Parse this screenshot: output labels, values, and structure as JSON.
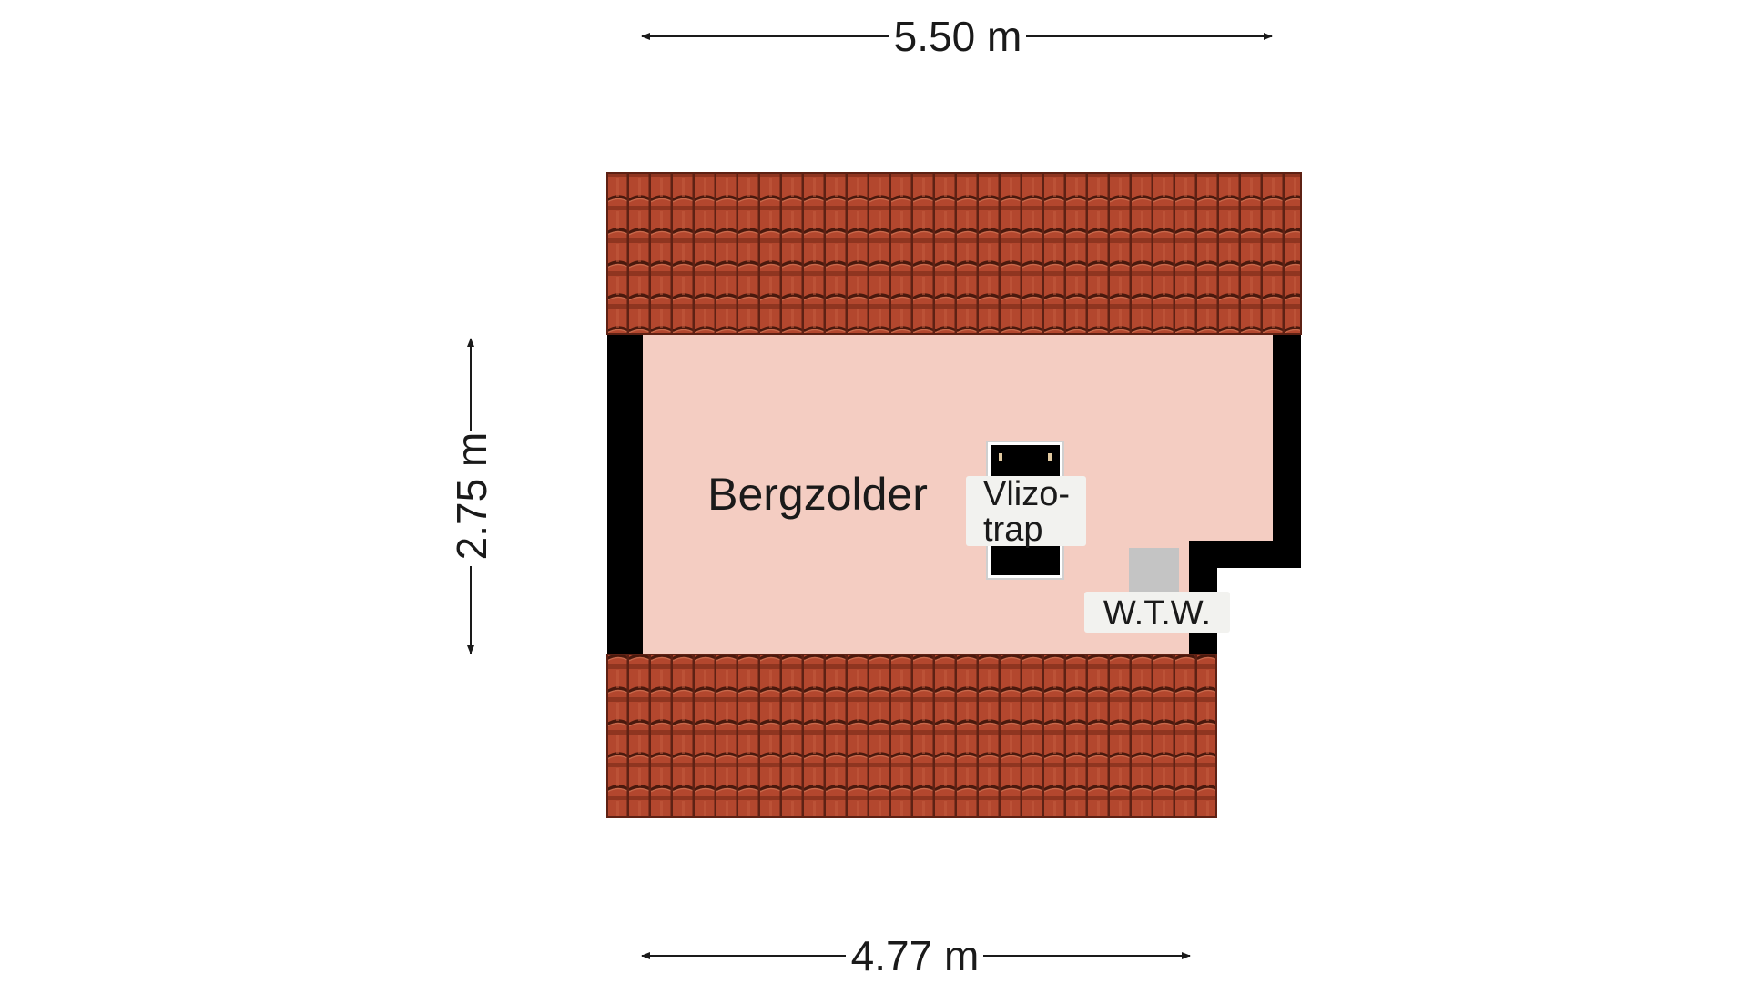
{
  "floorplan": {
    "dimensions": {
      "top": "5.50 m",
      "left": "2.75 m",
      "bottom": "4.77 m"
    },
    "rooms": {
      "main": "Bergzolder"
    },
    "fixtures": {
      "stair_line1": "Vlizo-",
      "stair_line2": "trap",
      "unit": "W.T.W."
    },
    "colors": {
      "room_fill": "#f4cdc2",
      "wall": "#000000",
      "roof_tile": "#b3472e",
      "roof_tile_dark": "#5e2114",
      "unit_fill": "#c4c4c4",
      "label_bg": "#f2f2ef"
    }
  }
}
